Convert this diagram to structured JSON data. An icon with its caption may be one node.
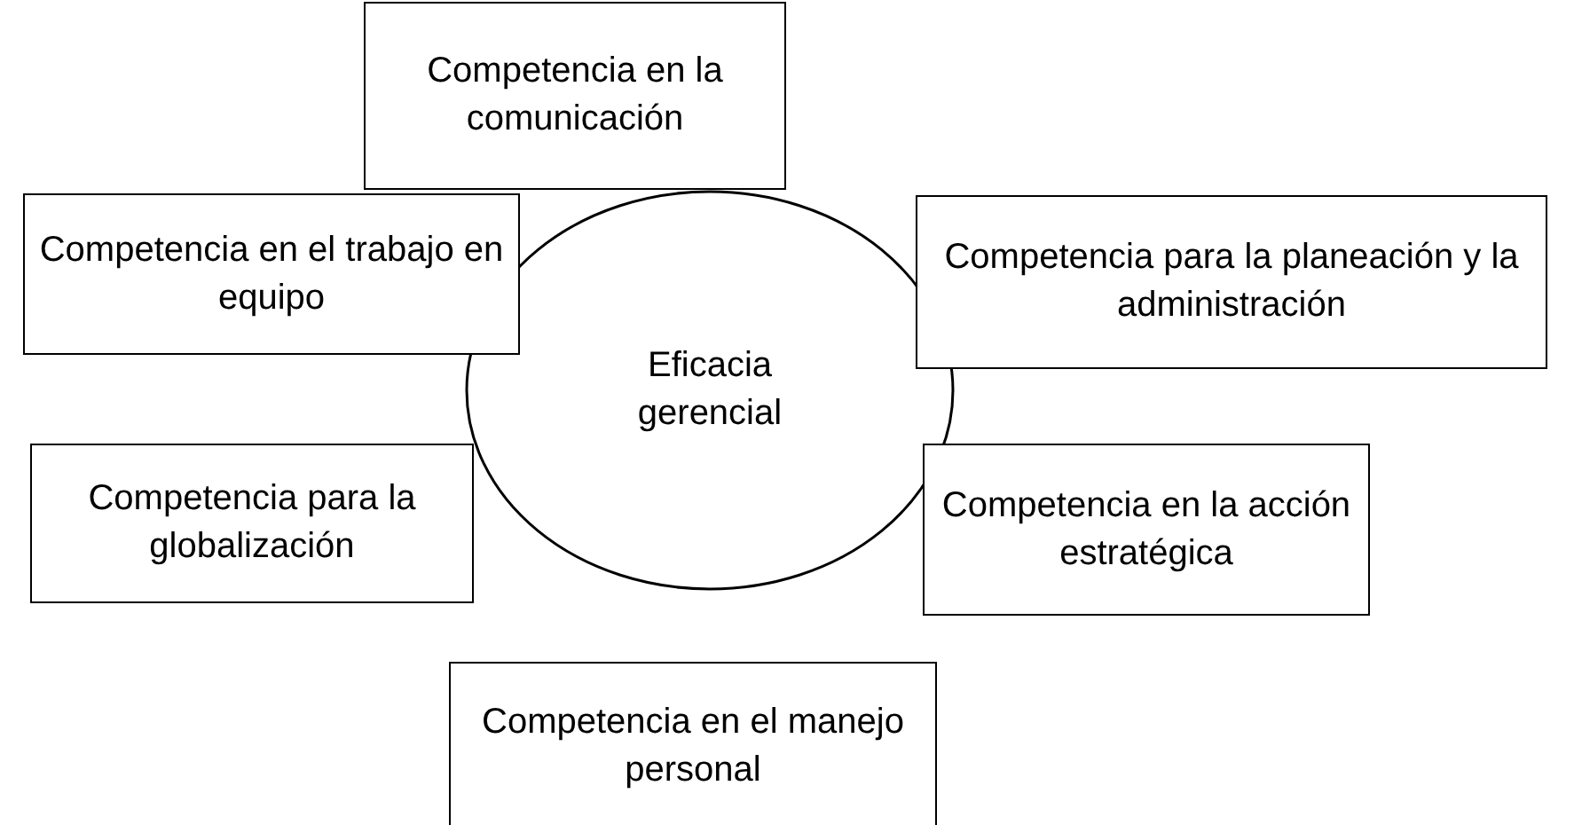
{
  "diagram": {
    "nodes": [
      {
        "text": [
          "Competencia en la comunicación"
        ]
      },
      {
        "text": [
          "Competencia en el trabajo en equipo"
        ]
      },
      {
        "text": [
          "Competencia para la planeación y la administración"
        ]
      },
      {
        "text": [
          "Eficacia gerencial"
        ]
      },
      {
        "text": [
          "Competencia para la globalización"
        ]
      },
      {
        "text": [
          "Competencia en la acción estratégica"
        ]
      },
      {
        "text": [
          "Competencia en el manejo personal"
        ]
      }
    ]
  }
}
